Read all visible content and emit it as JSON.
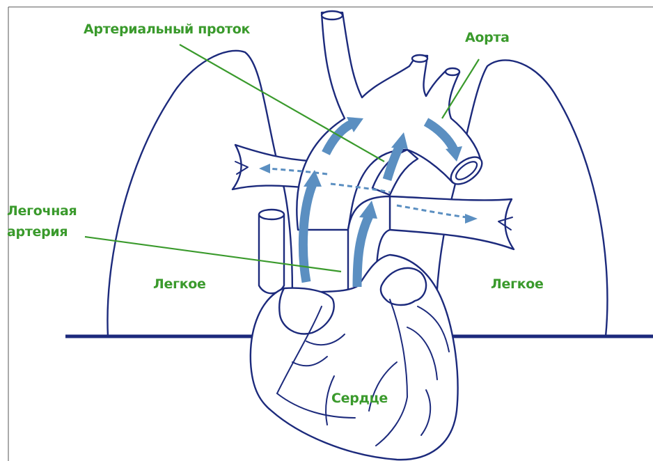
{
  "labels": {
    "ductus": "Артериальный проток",
    "aorta": "Аорта",
    "pulmonary_artery_line1": "Легочная",
    "pulmonary_artery_line2": "артерия",
    "lung_left": "Легкое",
    "lung_right": "Легкое",
    "heart": "Сердце"
  },
  "colors": {
    "outline": "#1c2a7c",
    "label": "#3a9a2c",
    "flow": "#5b8fc1"
  }
}
